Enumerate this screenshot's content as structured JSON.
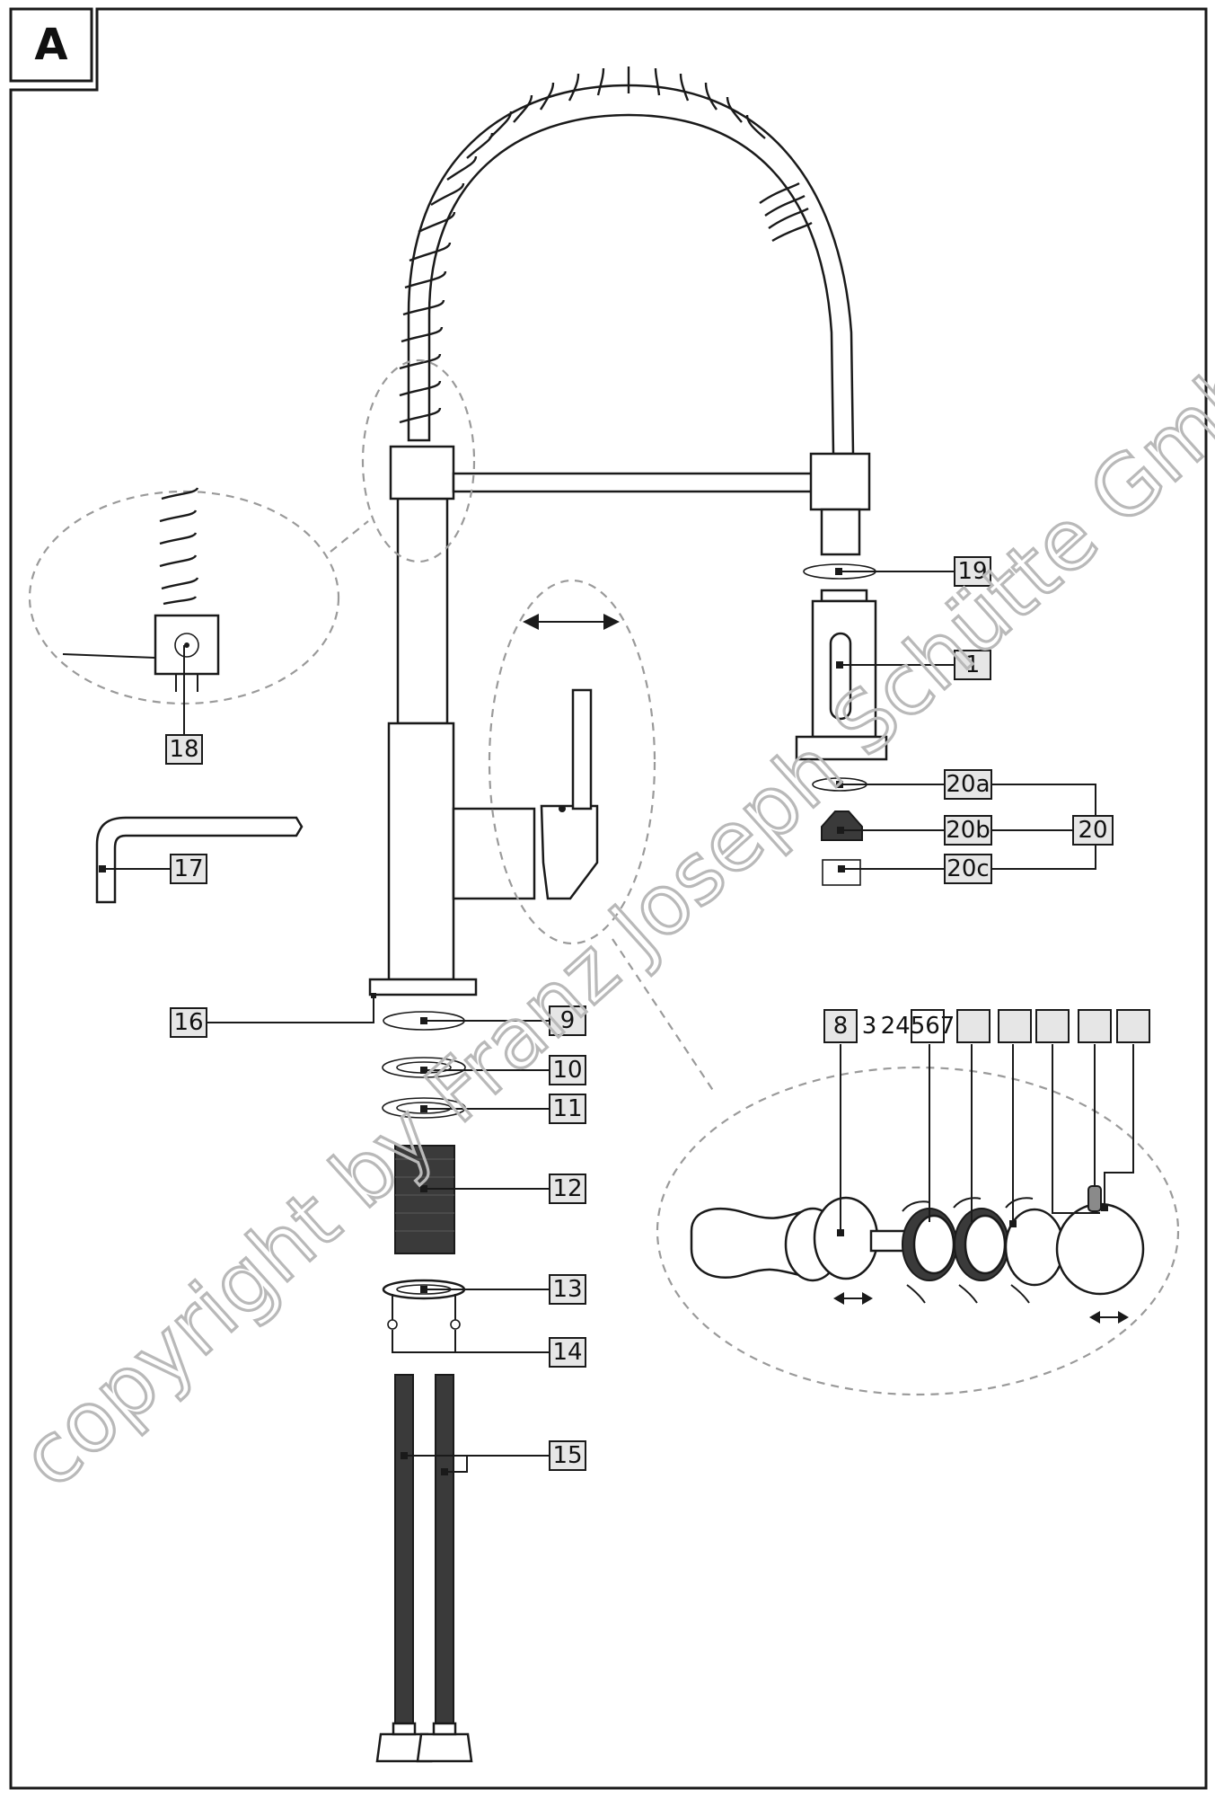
{
  "section_letter": "A",
  "watermark": "copyright by Franz Joseph Schütte GmbH",
  "callouts": {
    "c1": "1",
    "c8": "8",
    "c3": "3",
    "c24567": "24567",
    "c9": "9",
    "c10": "10",
    "c11": "11",
    "c12": "12",
    "c13": "13",
    "c14": "14",
    "c15": "15",
    "c16": "16",
    "c17": "17",
    "c18": "18",
    "c19": "19",
    "c20": "20",
    "c20a": "20a",
    "c20b": "20b",
    "c20c": "20c"
  },
  "colors": {
    "line": "#1a1a1a",
    "callout_fill": "#e6e6e6",
    "detail_dash": "#9a9a9a",
    "watermark": "#b9b9b9"
  }
}
